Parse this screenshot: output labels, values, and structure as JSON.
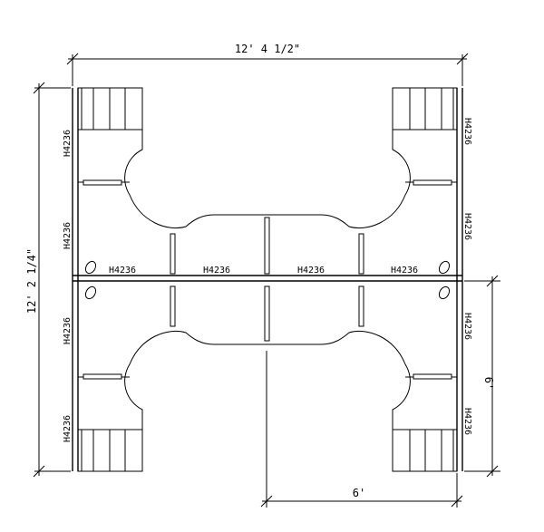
{
  "dimensions": {
    "overall_width": "12' 4 1/2\"",
    "overall_height": "12' 2 1/4\"",
    "module_width": "6'",
    "module_height": "6'"
  },
  "panel_labels": {
    "left_upper_outer": "H4236",
    "left_upper_inner": "H4236",
    "left_lower_inner": "H4236",
    "left_lower_outer": "H4236",
    "right_upper_outer": "H4236",
    "right_upper_inner": "H4236",
    "right_lower_inner": "H4236",
    "right_lower_outer": "H4236",
    "spine_1": "H4236",
    "spine_2": "H4236",
    "spine_3": "H4236",
    "spine_4": "H4236"
  }
}
